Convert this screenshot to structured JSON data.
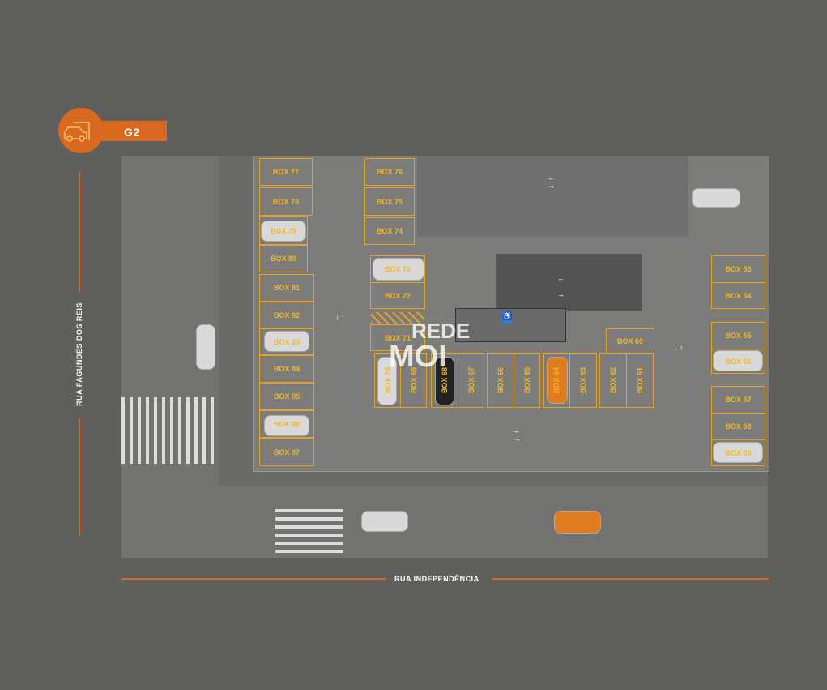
{
  "floor_badge": {
    "label": "G2",
    "icon": "car-garage-icon",
    "color": "#d9691f"
  },
  "streets": {
    "left": "RUA FAGUNDES DOS REIS",
    "bottom": "RUA INDEPENDÊNCIA"
  },
  "watermark": {
    "line1": "REDE",
    "line2": "MOI"
  },
  "boxes": {
    "b77": "BOX 77",
    "b78": "BOX 78",
    "b79": "BOX 79",
    "b80": "BOX 80",
    "b81": "BOX 81",
    "b82": "BOX 82",
    "b83": "BOX 83",
    "b84": "BOX 84",
    "b85": "BOX 85",
    "b86": "BOX 86",
    "b87": "BOX 87",
    "b76": "BOX 76",
    "b75": "BOX 75",
    "b74": "BOX 74",
    "b73": "BOX 73",
    "b72": "BOX 72",
    "b71": "BOX 71",
    "b70": "BOX 70",
    "b69": "BOX 69",
    "b68": "BOX 68",
    "b67": "BOX 67",
    "b66": "BOX 66",
    "b65": "BOX 65",
    "b64": "BOX 64",
    "b63": "BOX 63",
    "b62": "BOX 62",
    "b61": "BOX 61",
    "b60": "BOX 60",
    "b53": "BOX 53",
    "b54": "BOX 54",
    "b55": "BOX 55",
    "b56": "BOX 56",
    "b57": "BOX 57",
    "b58": "BOX 58",
    "b59": "BOX 59"
  }
}
